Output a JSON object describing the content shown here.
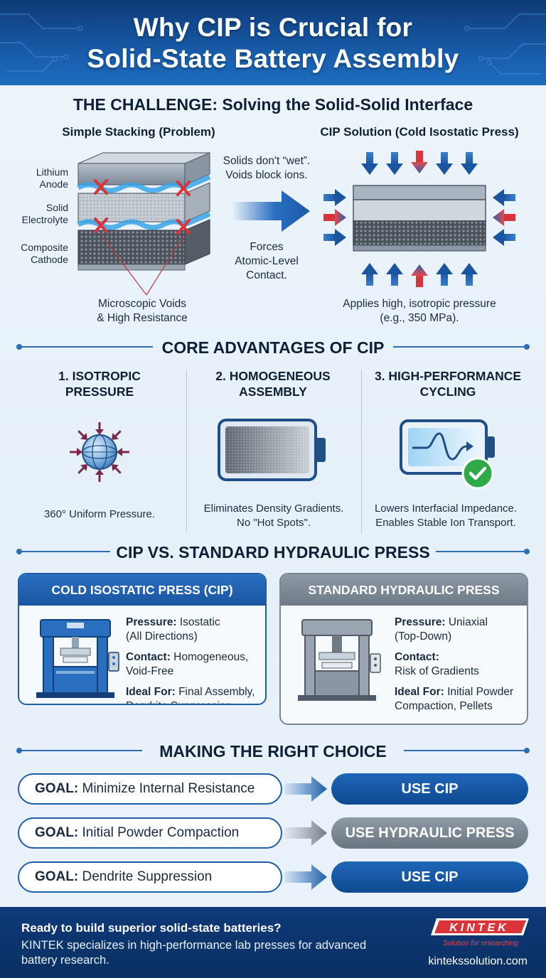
{
  "header": {
    "title_line1": "Why CIP is Crucial for",
    "title_line2": "Solid-State Battery Assembly"
  },
  "challenge": {
    "title": "THE CHALLENGE: Solving the Solid-Solid Interface",
    "problem_heading": "Simple Stacking (Problem)",
    "solution_heading": "CIP Solution (Cold Isostatic Press)",
    "layers": [
      "Lithium Anode",
      "Solid Electrolyte",
      "Composite Cathode"
    ],
    "voids_caption_1": "Microscopic Voids",
    "voids_caption_2": "& High Resistance",
    "arrow_top_1": "Solids don't “wet”.",
    "arrow_top_2": "Voids block ions.",
    "arrow_bottom_1": "Forces",
    "arrow_bottom_2": "Atomic-Level",
    "arrow_bottom_3": "Contact.",
    "solution_caption_1": "Applies high, isotropic pressure",
    "solution_caption_2": "(e.g., 350 MPa)."
  },
  "advantages": {
    "title": "CORE ADVANTAGES OF CIP",
    "items": [
      {
        "title_1": "1. ISOTROPIC",
        "title_2": "PRESSURE",
        "caption_1": "360° Uniform Pressure.",
        "caption_2": ""
      },
      {
        "title_1": "2. HOMOGENEOUS",
        "title_2": "ASSEMBLY",
        "caption_1": "Eliminates Density Gradients.",
        "caption_2": "No \"Hot Spots\"."
      },
      {
        "title_1": "3. HIGH-PERFORMANCE",
        "title_2": "CYCLING",
        "caption_1": "Lowers Interfacial Impedance.",
        "caption_2": "Enables Stable Ion Transport."
      }
    ]
  },
  "comparison": {
    "title": "CIP VS. STANDARD HYDRAULIC PRESS",
    "cip": {
      "heading": "COLD ISOSTATIC PRESS (CIP)",
      "pressure_label": "Pressure:",
      "pressure_1": "Isostatic",
      "pressure_2": "(All Directions)",
      "contact_label": "Contact:",
      "contact_1": "Homogeneous,",
      "contact_2": "Void-Free",
      "ideal_label": "Ideal For:",
      "ideal_1": "Final Assembly,",
      "ideal_2": "Dendrite Suppression",
      "accent": "#1f5ea6"
    },
    "hydraulic": {
      "heading": "STANDARD HYDRAULIC PRESS",
      "pressure_label": "Pressure:",
      "pressure_1": "Uniaxial",
      "pressure_2": "(Top-Down)",
      "contact_label": "Contact:",
      "contact_1": "",
      "contact_2": "Risk of Gradients",
      "ideal_label": "Ideal For:",
      "ideal_1": "Initial Powder",
      "ideal_2": "Compaction, Pellets",
      "accent": "#7a8694"
    }
  },
  "choice": {
    "title": "MAKING THE RIGHT CHOICE",
    "rows": [
      {
        "goal_label": "GOAL:",
        "goal": "Minimize Internal Resistance",
        "action": "USE CIP"
      },
      {
        "goal_label": "GOAL:",
        "goal": "Initial Powder Compaction",
        "action": "USE HYDRAULIC PRESS"
      },
      {
        "goal_label": "GOAL:",
        "goal": "Dendrite Suppression",
        "action": "USE CIP"
      }
    ]
  },
  "footer": {
    "cta": "Ready to build superior solid-state batteries?",
    "desc": "KINTEK specializes in high-performance lab presses for advanced battery research.",
    "logo": "KINTEK",
    "tagline": "Solution for researching",
    "site": "kintekssolution.com"
  },
  "colors": {
    "brand_blue": "#1f5ea6",
    "accent_red": "#d8343a",
    "gray": "#7a8694",
    "green": "#2eaa48"
  }
}
